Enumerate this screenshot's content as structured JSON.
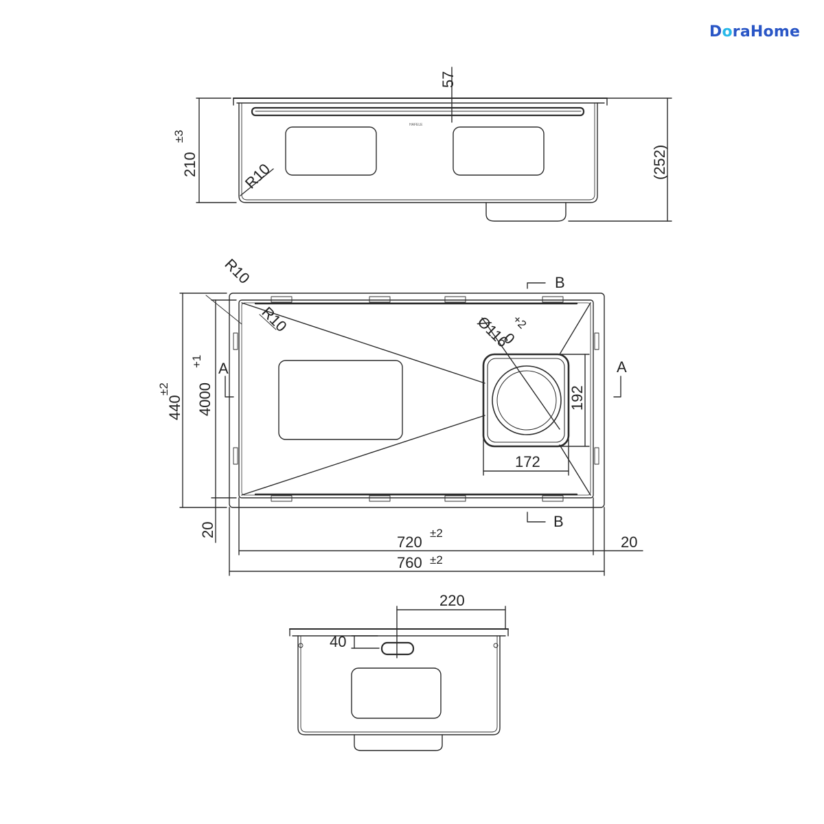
{
  "brand": {
    "part1": "D",
    "accent": "o",
    "part2": "raHome",
    "accent_color": "#28b8e8",
    "main_color": "#2a56c6"
  },
  "front_view": {
    "top_dim": "57",
    "height_dim": "210",
    "height_tol": "±3",
    "overall_dim": "(252)",
    "radius": "R10",
    "stamp": "HAFELE"
  },
  "top_view": {
    "corner_radius_outer": "R10",
    "corner_radius_inner": "R10",
    "drain_diameter": "Ø116",
    "drain_offset": "0",
    "drain_offset_tol": "+2",
    "drain_height": "192",
    "drain_width": "172",
    "section_a_left": "A",
    "section_a_right": "A",
    "section_b_top": "B",
    "section_b_bottom": "B",
    "outer_depth": "440",
    "outer_depth_tol": "±2",
    "inner_depth": "4000",
    "inner_depth_tol": "+1",
    "inner_width": "720",
    "inner_width_tol": "±2",
    "outer_width": "760",
    "outer_width_tol": "±2",
    "flange_left": "20",
    "flange_right": "20"
  },
  "side_view": {
    "drain_pos": "220",
    "overflow_height": "40"
  }
}
